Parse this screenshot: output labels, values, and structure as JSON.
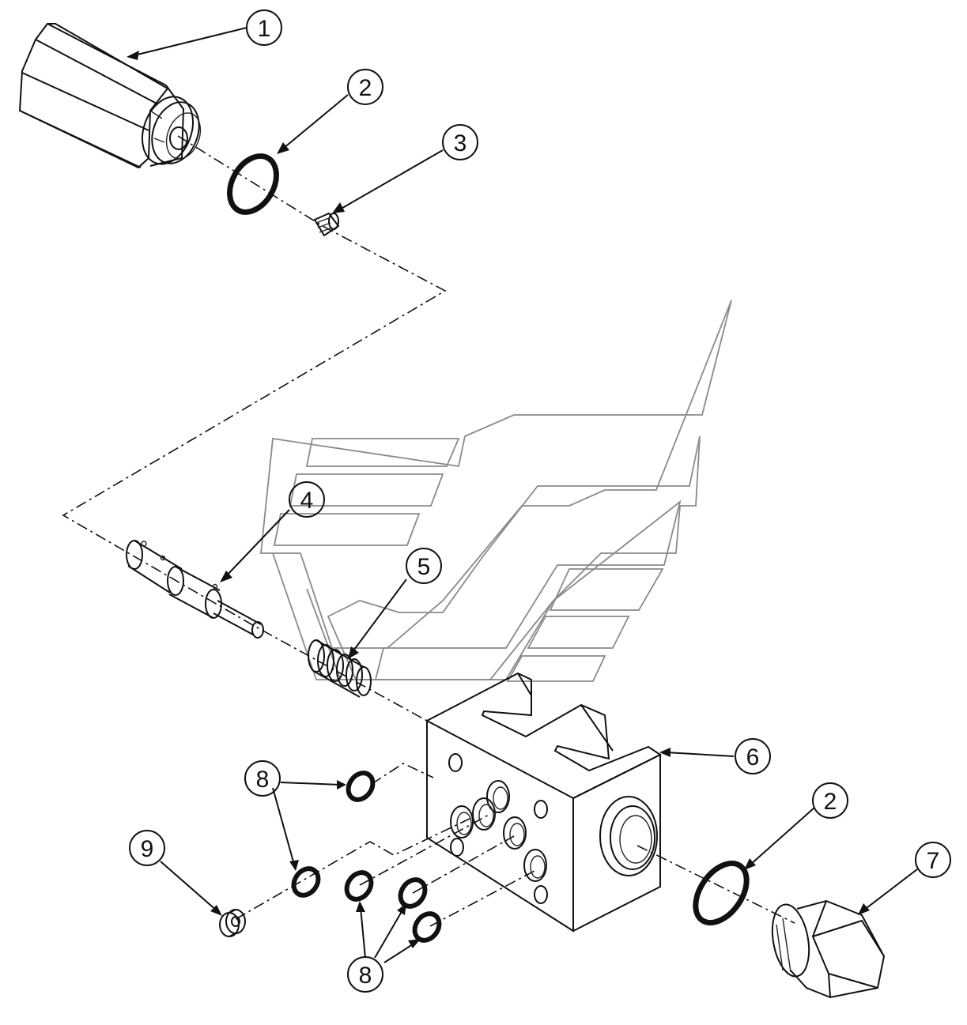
{
  "diagram": {
    "type": "exploded-parts-view",
    "callouts": [
      {
        "id": "c1",
        "label": "1"
      },
      {
        "id": "c2a",
        "label": "2"
      },
      {
        "id": "c3",
        "label": "3"
      },
      {
        "id": "c4",
        "label": "4"
      },
      {
        "id": "c5",
        "label": "5"
      },
      {
        "id": "c6",
        "label": "6"
      },
      {
        "id": "c2b",
        "label": "2"
      },
      {
        "id": "c7",
        "label": "7"
      },
      {
        "id": "c8a",
        "label": "8"
      },
      {
        "id": "c8b",
        "label": "8"
      },
      {
        "id": "c9",
        "label": "9"
      }
    ]
  }
}
